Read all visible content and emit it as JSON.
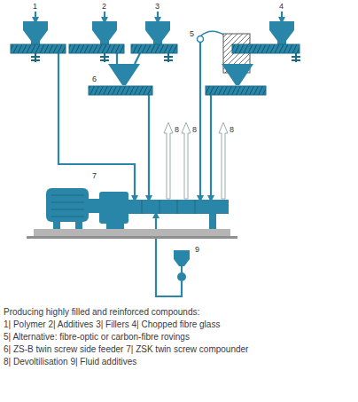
{
  "diagram": {
    "caption": "Producing highly filled and reinforced compounds:",
    "labels": [
      "1",
      "2",
      "3",
      "5",
      "4",
      "6",
      "8",
      "8",
      "8",
      "7",
      "9",
      "1| Polymer 2| Additives 3| Fillers 4| Chopped fibre glass",
      "5| Alternative: fibre-optic or carbon-fibre rovings",
      "6| ZS-B twin screw side feeder 7| ZSK twin screw compounder",
      "8| Devoltilisation 9| Fluid additives"
    ]
  }
}
